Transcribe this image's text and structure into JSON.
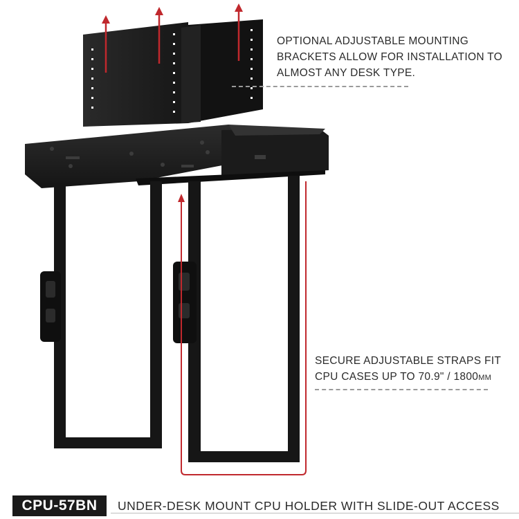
{
  "callouts": {
    "brackets": {
      "lines": [
        "OPTIONAL ADJUSTABLE MOUNTING",
        "BRACKETS ALLOW FOR INSTALLATION TO",
        "ALMOST ANY DESK TYPE."
      ]
    },
    "straps": {
      "line1": "SECURE ADJUSTABLE STRAPS FIT",
      "line2_main": "CPU CASES UP TO 70.9\" / 1800",
      "line2_unit": "MM"
    }
  },
  "footer": {
    "model": "CPU-57BN",
    "description": "UNDER-DESK MOUNT CPU HOLDER WITH SLIDE-OUT ACCESS"
  },
  "colors": {
    "arrow": "#c0282d",
    "product": "#1c1c1c",
    "text": "#2b2b2b",
    "dash": "#9a9a9a"
  },
  "icons": {
    "adjust_arrows": "arrow-up-icon",
    "strap_outline": "red-outline"
  }
}
